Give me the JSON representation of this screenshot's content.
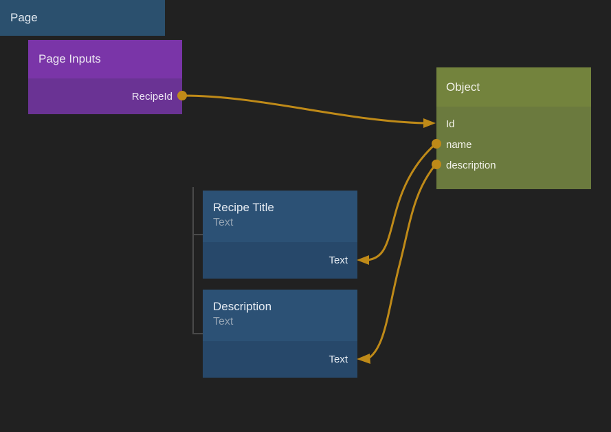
{
  "theme": {
    "background": "#212121",
    "edge_color": "#bf8a18",
    "purple_header": "#7a35a8",
    "purple_body": "#6a3394",
    "green_header": "#73833d",
    "green_body": "#6b7a3e",
    "blue_header": "#2b506e",
    "blue_card_top": "#2c5175",
    "blue_card_bottom": "#27486a",
    "tree_line": "#4a4a4a"
  },
  "nodes": {
    "page_inputs": {
      "title": "Page Inputs",
      "outputs": [
        {
          "label": "RecipeId",
          "port": "output-port-recipeid"
        }
      ]
    },
    "object": {
      "title": "Object",
      "fields": [
        {
          "label": "Id",
          "port": "input-port-id"
        },
        {
          "label": "name",
          "port": "output-port-name"
        },
        {
          "label": "description",
          "port": "output-port-description"
        }
      ]
    },
    "page": {
      "title": "Page",
      "children": [
        {
          "title": "Recipe Title",
          "subtitle": "Text",
          "value_label": "Text"
        },
        {
          "title": "Description",
          "subtitle": "Text",
          "value_label": "Text"
        }
      ]
    }
  },
  "edges": [
    {
      "name": "edge-recipeid-to-id",
      "from": "RecipeId",
      "to": "Id"
    },
    {
      "name": "edge-name-to-recipe-title",
      "from": "name",
      "to": "Recipe Title / Text"
    },
    {
      "name": "edge-description-to-description",
      "from": "description",
      "to": "Description / Text"
    }
  ]
}
